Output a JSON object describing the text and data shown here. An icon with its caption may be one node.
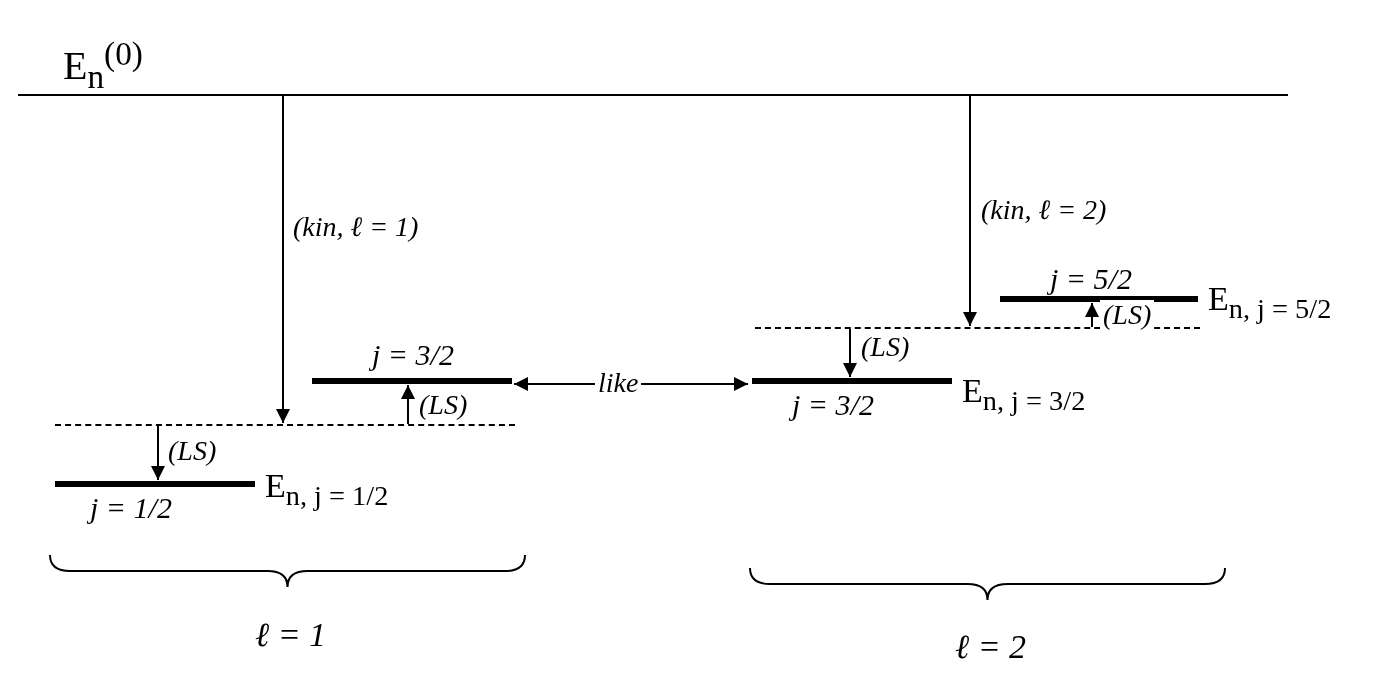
{
  "diagram": {
    "nodes": [
      {
        "text": [
          "E$_{n}$$^{(0)}$"
        ]
      },
      {
        "text": [],
        "shape": "line"
      },
      {
        "text": [
          "j = 3/2"
        ]
      },
      {
        "text": [
          "j = 1/2"
        ],
        "beside": [
          "E$_{n, j = 1/2}$"
        ]
      },
      {
        "text": [],
        "shape": "line"
      },
      {
        "text": [
          "j = 5/2"
        ],
        "beside": [
          "E$_{n, j = 5/2}$"
        ]
      },
      {
        "text": [
          "j = 3/2"
        ],
        "beside": [
          "E$_{n, j = 3/2}$"
        ]
      }
    ],
    "edges": [
      {
        "from": 0,
        "to": 1,
        "arrow": "to",
        "label": "(kin, ℓ = 1)"
      },
      {
        "from": 1,
        "to": 2,
        "arrow": "to",
        "label": "(LS)"
      },
      {
        "from": 1,
        "to": 3,
        "arrow": "to",
        "label": "(LS)"
      },
      {
        "from": 2,
        "to": 6,
        "arrow": "both",
        "label": "like"
      },
      {
        "from": 0,
        "to": 4,
        "arrow": "to",
        "label": "(kin, ℓ = 2)"
      },
      {
        "from": 4,
        "to": 5,
        "arrow": "to",
        "label": "(LS)"
      },
      {
        "from": 4,
        "to": 6,
        "arrow": "to",
        "label": "(LS)"
      }
    ],
    "labels": [
      "ℓ = 1",
      "ℓ = 2"
    ]
  }
}
